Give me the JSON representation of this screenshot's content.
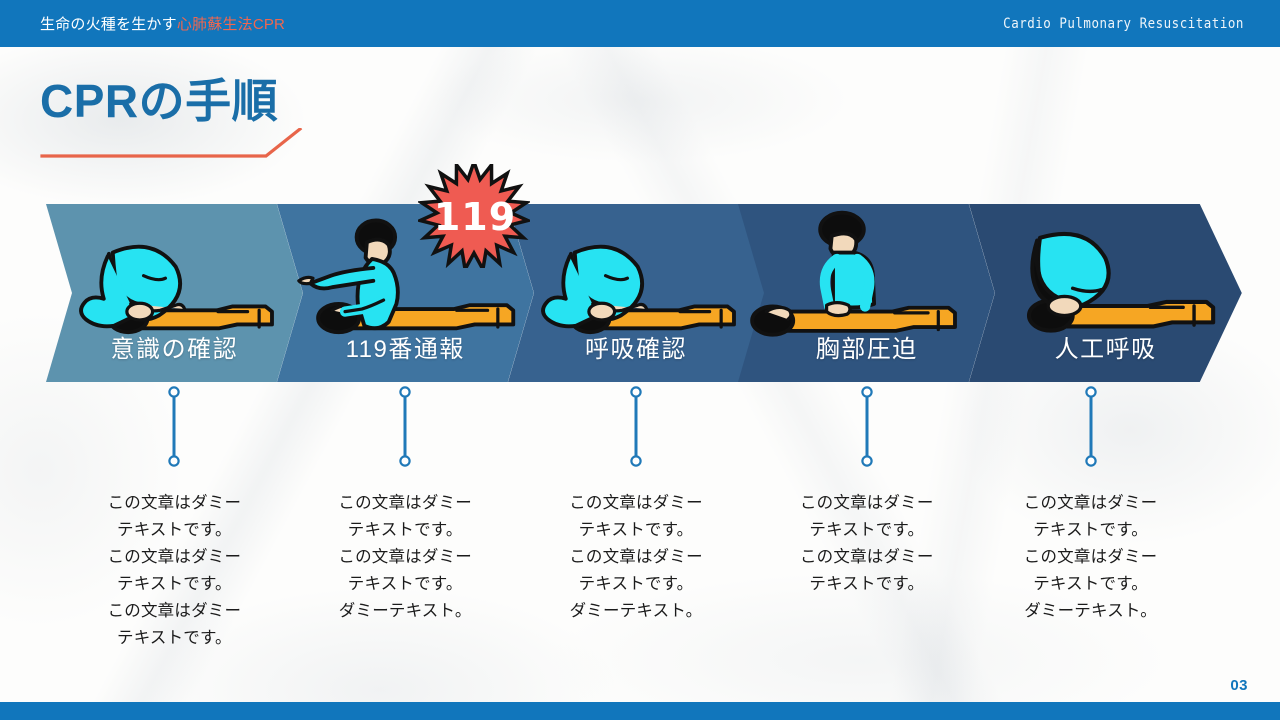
{
  "header": {
    "title_plain": "生命の火種を生かす",
    "title_accent": "心肺蘇生法CPR",
    "subtitle": "Cardio Pulmonary Resuscitation",
    "bar_color": "#1176bc",
    "accent_color": "#f0674f"
  },
  "slide": {
    "title": "CPRの手順",
    "title_color": "#1a6ea8",
    "rule_color": "#e8654a",
    "page_number": "03",
    "background_color": "#fdfdfc"
  },
  "ribbon": {
    "badge": {
      "label": "119",
      "fill": "#ef5b52",
      "text_color": "#ffffff"
    },
    "steps": [
      {
        "index": 1,
        "label": "意識の確認",
        "band_color": "#5d93ae",
        "icon": "person-checking-consciousness-icon",
        "text_lines": [
          "この文章はダミー",
          "テキストです。",
          "この文章はダミー",
          "テキストです。",
          "この文章はダミー",
          "テキストです。"
        ]
      },
      {
        "index": 2,
        "label": "119番通報",
        "band_color": "#3f74a0",
        "icon": "person-calling-emergency-icon",
        "text_lines": [
          "この文章はダミー",
          "テキストです。",
          "この文章はダミー",
          "テキストです。",
          "ダミーテキスト。"
        ]
      },
      {
        "index": 3,
        "label": "呼吸確認",
        "band_color": "#37628f",
        "icon": "person-checking-breathing-icon",
        "text_lines": [
          "この文章はダミー",
          "テキストです。",
          "この文章はダミー",
          "テキストです。",
          "ダミーテキスト。"
        ]
      },
      {
        "index": 4,
        "label": "胸部圧迫",
        "band_color": "#2f547f",
        "icon": "person-chest-compression-icon",
        "text_lines": [
          "この文章はダミー",
          "テキストです。",
          "この文章はダミー",
          "テキストです。"
        ]
      },
      {
        "index": 5,
        "label": "人工呼吸",
        "band_color": "#2a4a72",
        "icon": "person-rescue-breathing-icon",
        "text_lines": [
          "この文章はダミー",
          "テキストです。",
          "この文章はダミー",
          "テキストです。",
          "ダミーテキスト。"
        ]
      }
    ],
    "connector_color": "#2079b8",
    "connector_node_fill": "#ffffff"
  },
  "palette": {
    "figure_skin": "#f2d9bb",
    "figure_hair": "#0d0d0d",
    "figure_shirt_cyan": "#27e3f2",
    "figure_pants_orange": "#f6a623",
    "outline": "#111111"
  }
}
